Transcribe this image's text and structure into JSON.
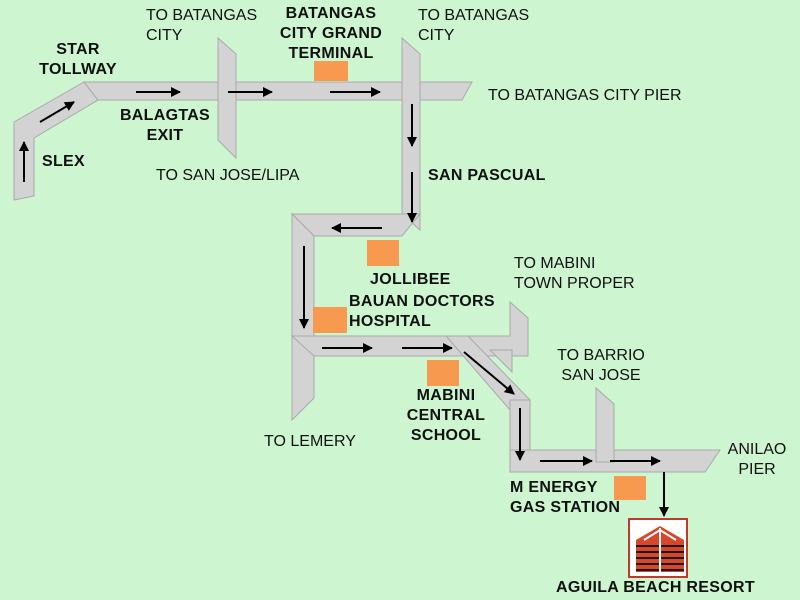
{
  "map": {
    "background_color": "#ccf5d0",
    "road_color": "#d3d3d3",
    "road_edge_color": "#a9a9a9",
    "landmark_color": "#f79a4f",
    "route_arrow_color": "#000000"
  },
  "labels": {
    "to_batangas_city_1": "TO BATANGAS\nCITY",
    "terminal": "BATANGAS\nCITY GRAND\nTERMINAL",
    "to_batangas_city_2": "TO BATANGAS\nCITY",
    "star_tollway": "STAR\nTOLLWAY",
    "to_pier": "TO BATANGAS CITY PIER",
    "balagtas_exit": "BALAGTAS\nEXIT",
    "slex": "SLEX",
    "to_san_jose_lipa": "TO SAN JOSE/LIPA",
    "san_pascual": "SAN PASCUAL",
    "to_mabini": "TO MABINI\nTOWN PROPER",
    "jollibee": "JOLLIBEE",
    "bauan_hospital": "BAUAN DOCTORS\nHOSPITAL",
    "to_barrio": "TO BARRIO\nSAN JOSE",
    "mabini_school": "MABINI\nCENTRAL\nSCHOOL",
    "to_lemery": "TO LEMERY",
    "anilao_pier": "ANILAO\nPIER",
    "m_energy": "M ENERGY\nGAS STATION",
    "aguila": "AGUILA BEACH RESORT"
  }
}
